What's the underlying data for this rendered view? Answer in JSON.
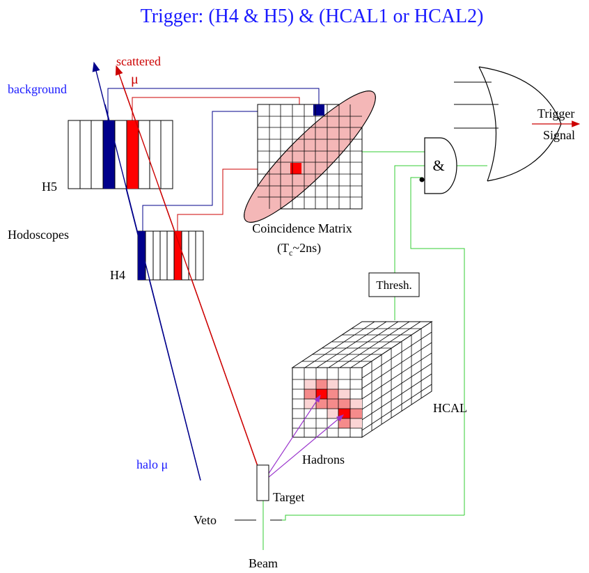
{
  "title": "Trigger: (H4 & H5) & (HCAL1  or  HCAL2)",
  "labels": {
    "background": "background",
    "scattered": "scattered",
    "mu_scattered": "μ",
    "h5": "H5",
    "h4": "H4",
    "hodoscopes": "Hodoscopes",
    "coincidence_matrix": "Coincidence Matrix",
    "tc_prefix": "(T",
    "tc_sub": "c",
    "tc_suffix": "~2ns)",
    "and_gate": "&",
    "trigger": "Trigger",
    "signal": "Signal",
    "thresh": "Thresh.",
    "hcal": "HCAL",
    "hadrons": "Hadrons",
    "halo": "halo μ",
    "target": "Target",
    "veto": "Veto",
    "beam": "Beam"
  },
  "colors": {
    "title": "#1a1aff",
    "background_track": "#00008b",
    "scattered_track": "#cc0000",
    "green_wire": "#33cc33",
    "hit_blue": "#00008b",
    "hit_red": "#ff0000",
    "ellipse_fill": "#f4b7b7",
    "hadron_arrow": "#9933cc"
  }
}
